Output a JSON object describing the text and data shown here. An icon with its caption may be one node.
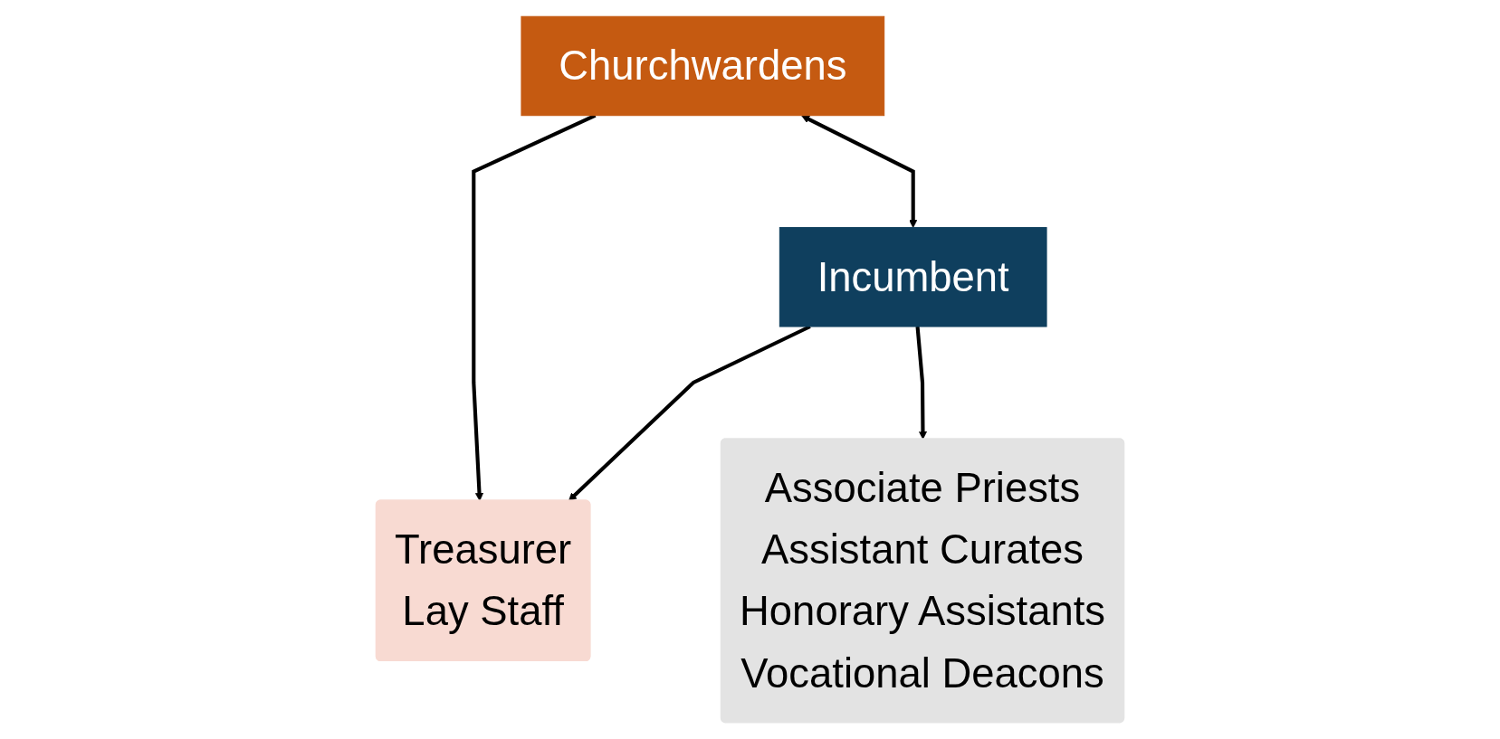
{
  "diagram": {
    "nodes": [
      {
        "text": [
          "Churchwardens"
        ]
      },
      {
        "text": [
          "Incumbent"
        ]
      },
      {
        "text": [
          "Treasurer",
          "Lay Staff"
        ]
      },
      {
        "text": [
          "Associate Priests",
          "Assistant Curates",
          "Honorary Assistants",
          "Vocational Deacons"
        ]
      }
    ],
    "edges": [
      {
        "from": 0,
        "to": 1,
        "arrow": "both"
      },
      {
        "from": 0,
        "to": 2,
        "arrow": "to"
      },
      {
        "from": 1,
        "to": 2,
        "arrow": "to"
      },
      {
        "from": 1,
        "to": 3,
        "arrow": "to"
      }
    ]
  }
}
